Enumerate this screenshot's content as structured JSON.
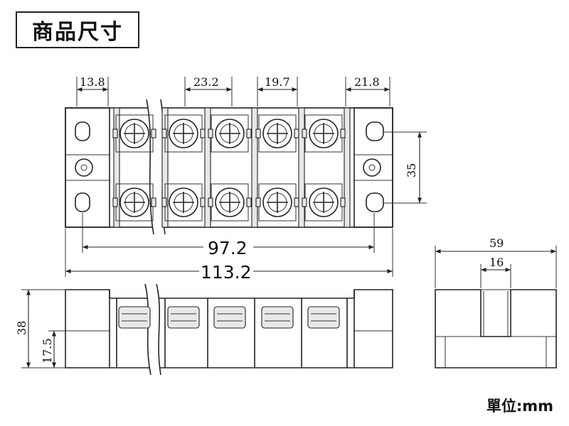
{
  "title": "商品尺寸",
  "unit_label": "單位:mm",
  "dimensions": {
    "end_pitch_left": "13.8",
    "pitch_a": "23.2",
    "pitch_b": "19.7",
    "end_pitch_right": "21.8",
    "row_spacing": "35",
    "hole_spacing": "97.2",
    "overall_length": "113.2",
    "height_total": "38",
    "height_base": "17.5",
    "width_total": "59",
    "slot_width": "16"
  }
}
